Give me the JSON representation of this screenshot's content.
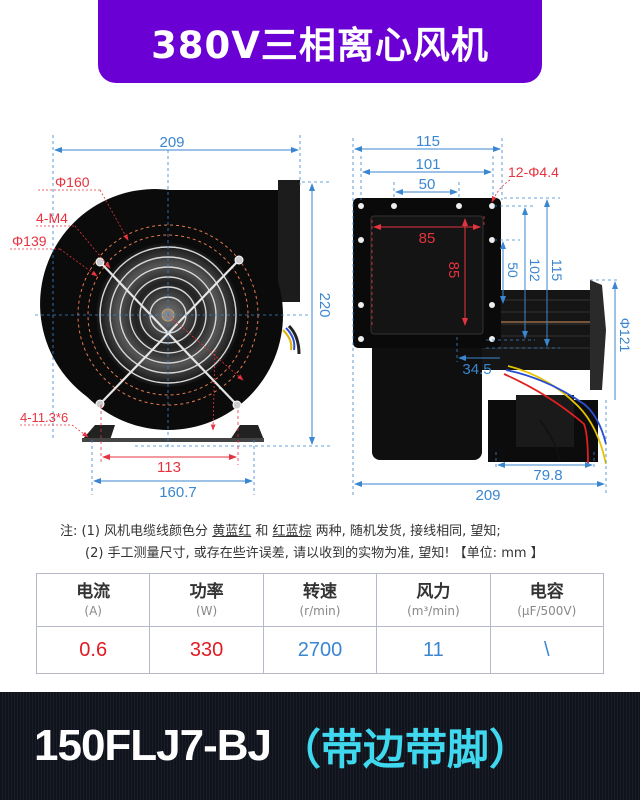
{
  "header": {
    "title": "380V三相离心风机"
  },
  "colors": {
    "banner_bg": "#6a00d4",
    "dimension_blue": "#3a86d0",
    "dimension_red": "#e6333f",
    "model_bar_bg": "#141822",
    "variant_cyan": "#3fd8ee"
  },
  "front_view": {
    "width_overall": "209",
    "height_overall": "220",
    "outer_ring_diameter": "Φ160",
    "screw_spec": "4-M4",
    "inner_ring_diameter": "Φ139",
    "foot_slots": "4-11.3*6",
    "foot_hole_spacing": "113",
    "foot_width": "160.7"
  },
  "side_view": {
    "flange_width": "115",
    "flange_hole_spacing": "101",
    "flange_center_holes": "50",
    "flange_holes": "12-Φ4.4",
    "outlet_width": "85",
    "outlet_height": "85",
    "flange_vertical_50": "50",
    "flange_vertical_102": "102",
    "flange_height": "115",
    "motor_diameter": "Φ121",
    "flange_offset": "34.5",
    "foot_length": "79.8",
    "depth_overall": "209"
  },
  "notes": {
    "line1_prefix": "注: (1) 风机电缆线颜色分 ",
    "color_set_1": "黄蓝红",
    "and": " 和 ",
    "color_set_2": "红蓝棕",
    "line1_suffix": " 两种, 随机发货, 接线相同, 望知;",
    "line2": "(2) 手工测量尺寸, 或存在些许误差, 请以收到的实物为准, 望知! 【单位: mm 】"
  },
  "spec_table": {
    "columns": [
      {
        "name": "电流",
        "unit": "(A)",
        "value": "0.6",
        "color": "#e01b24"
      },
      {
        "name": "功率",
        "unit": "(W)",
        "value": "330",
        "color": "#e01b24"
      },
      {
        "name": "转速",
        "unit": "(r/min)",
        "value": "2700",
        "color": "#3a86d0"
      },
      {
        "name": "风力",
        "unit": "(m³/min)",
        "value": "11",
        "color": "#3a86d0"
      },
      {
        "name": "电容",
        "unit": "(μF/500V)",
        "value": "\\",
        "color": "#3a86d0"
      }
    ]
  },
  "model": {
    "code": "150FLJ7-BJ",
    "variant": "（带边带脚）"
  }
}
